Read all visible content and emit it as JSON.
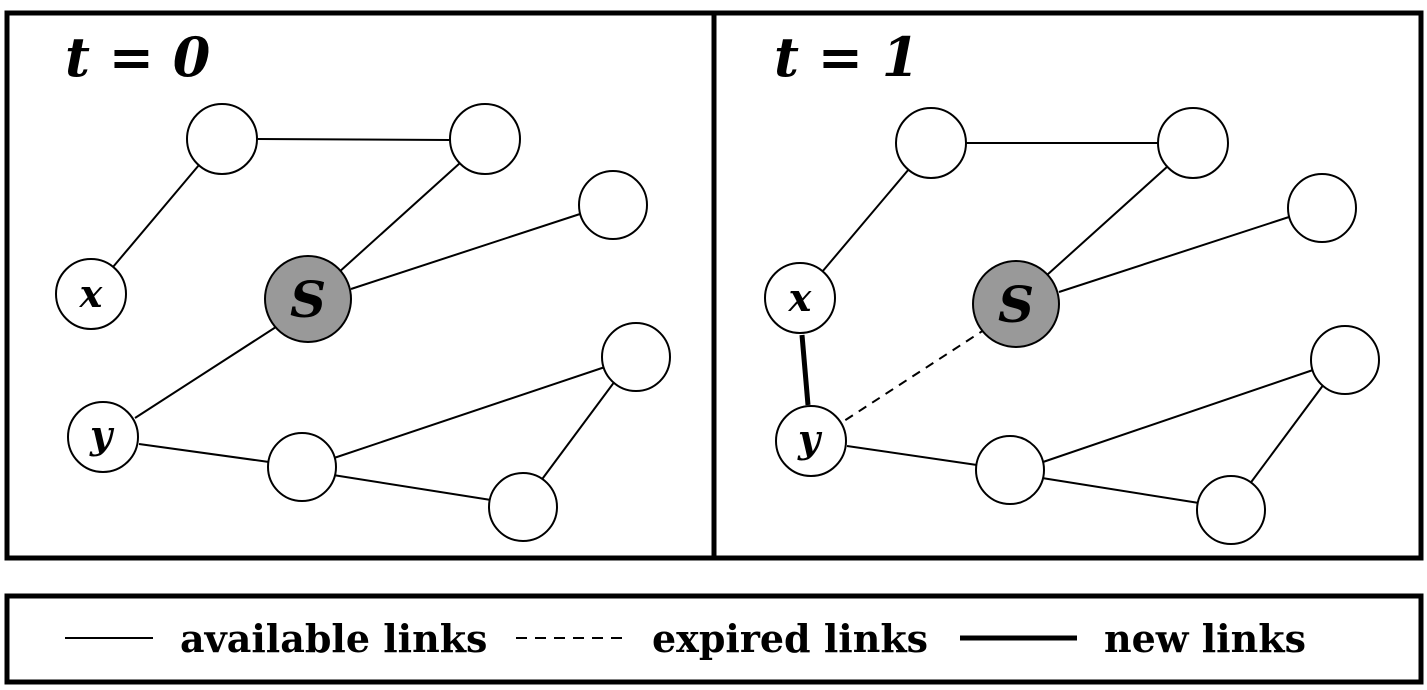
{
  "panels": [
    {
      "title": "t = 0",
      "node_labels": {
        "x": "x",
        "y": "y",
        "S": "S"
      }
    },
    {
      "title": "t = 1",
      "node_labels": {
        "x": "x",
        "y": "y",
        "S": "S"
      }
    }
  ],
  "legend": {
    "available": "available links",
    "expired": "expired links",
    "new": "new links"
  },
  "colors": {
    "source_node_fill": "#999999",
    "node_fill": "#ffffff",
    "stroke": "#000000"
  }
}
